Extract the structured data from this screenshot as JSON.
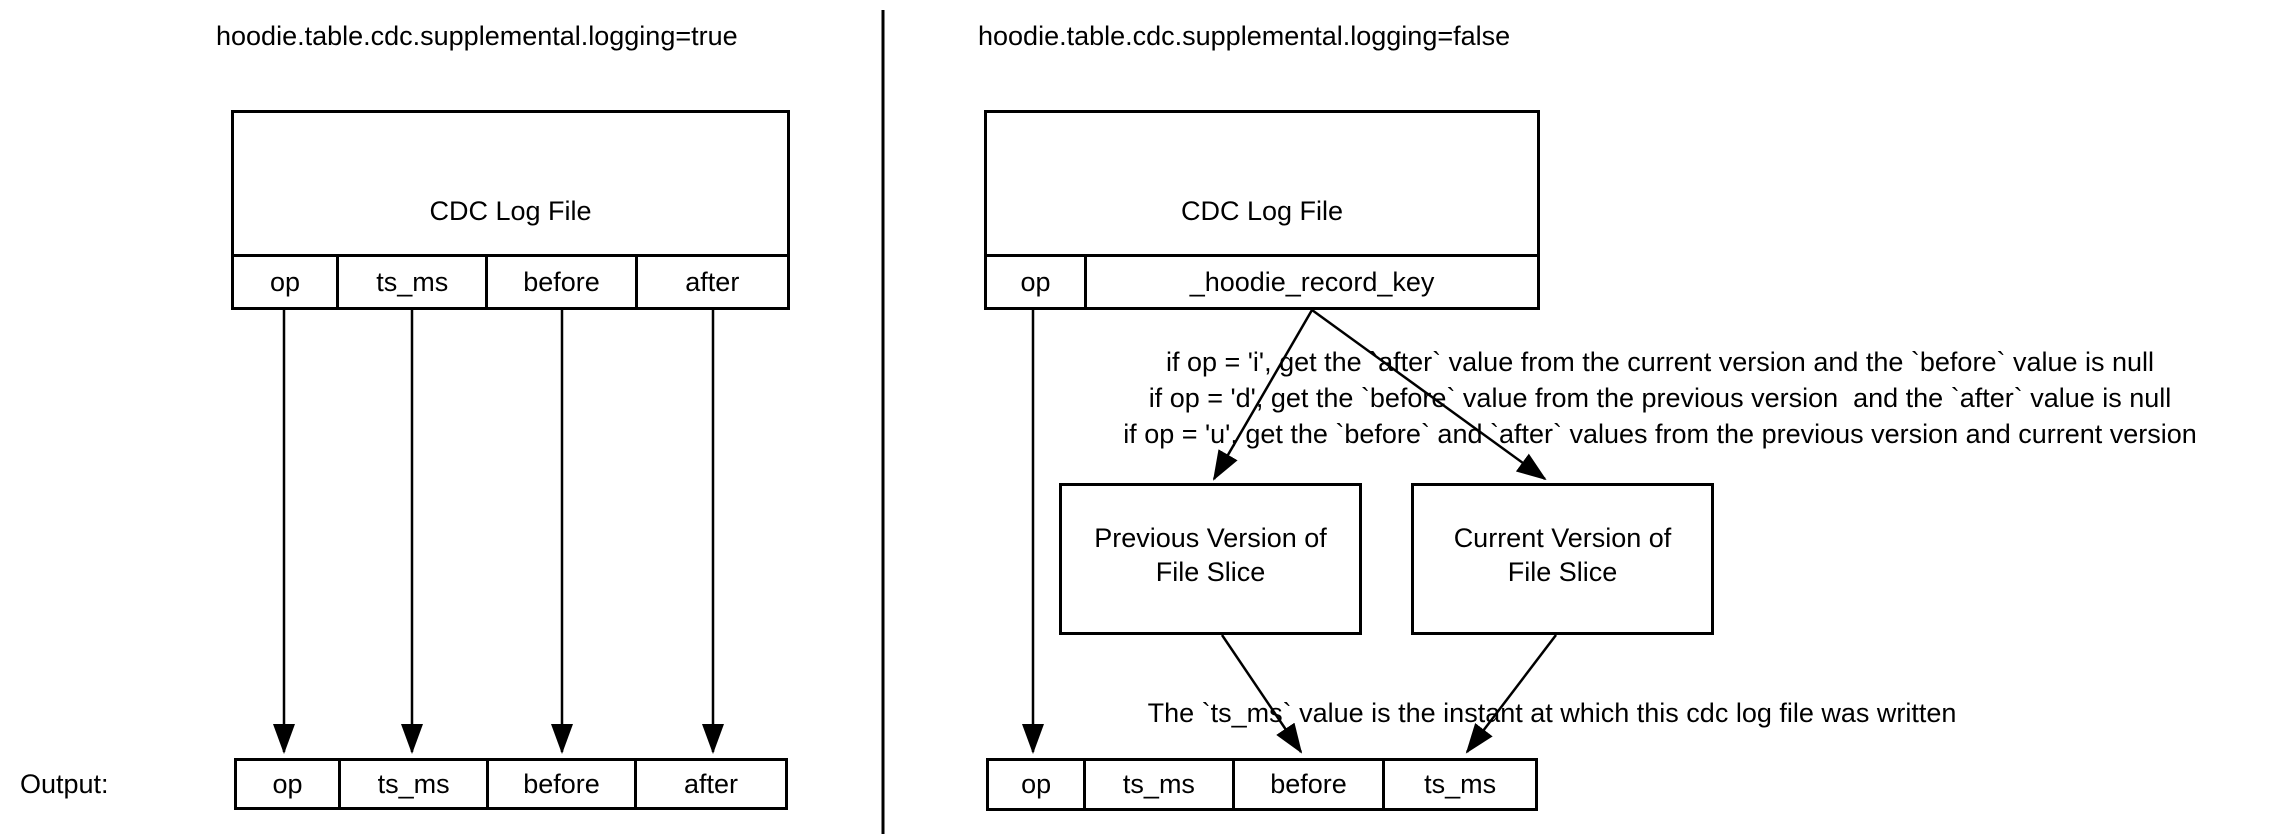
{
  "colors": {
    "stroke": "#000000",
    "background": "#ffffff",
    "text": "#000000"
  },
  "left_panel": {
    "title": "hoodie.table.cdc.supplemental.logging=true",
    "cdc_log_file": {
      "label": "CDC Log File",
      "columns": [
        "op",
        "ts_ms",
        "before",
        "after"
      ]
    },
    "output": {
      "label": "Output:",
      "columns": [
        "op",
        "ts_ms",
        "before",
        "after"
      ]
    }
  },
  "right_panel": {
    "title": "hoodie.table.cdc.supplemental.logging=false",
    "cdc_log_file": {
      "label": "CDC Log File",
      "columns": [
        "op",
        "_hoodie_record_key"
      ]
    },
    "op_rules": [
      "if op = 'i', get the `after` value from the current version and the `before` value is null",
      "if op = 'd', get the `before` value from the previous version  and the `after` value is null",
      "if op = 'u', get the `before` and `after` values from the previous version and current version"
    ],
    "previous_version_box": {
      "line1": "Previous Version of",
      "line2": "File Slice"
    },
    "current_version_box": {
      "line1": "Current Version of",
      "line2": "File Slice"
    },
    "ts_ms_note": "The `ts_ms` value is the instant at which this cdc log file was written",
    "output": {
      "columns": [
        "op",
        "ts_ms",
        "before",
        "ts_ms"
      ]
    }
  }
}
